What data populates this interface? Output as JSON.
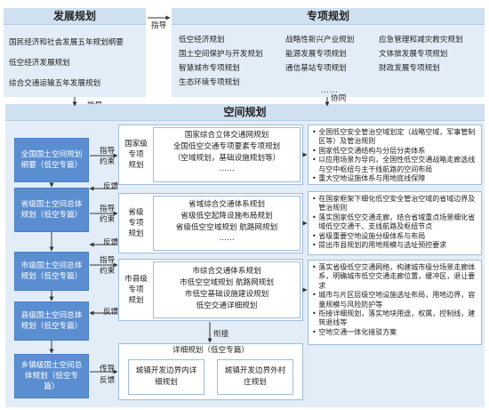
{
  "dev_plan": {
    "title": "发展规划",
    "items": [
      "国民经济和社会发展五年规划纲要",
      "低空经济发展规划",
      "综合交通运输五年发展规划"
    ]
  },
  "special_plan": {
    "title": "专项规划",
    "col1": [
      "低空经济规划",
      "国土空间保护与开发规划",
      "智慧城市专项规划",
      "生态环境专项规划"
    ],
    "col2": [
      "战略性新兴产业规划",
      "能源发展专项规划",
      "通信基站专项规划"
    ],
    "col3": [
      "应急管理和减灾救灾规划",
      "文体旅发展专项规划",
      "财政发展专项规划"
    ],
    "ellipsis": "……"
  },
  "arrows": {
    "guide": "指导",
    "guide2": "指导",
    "coordinate": "协同",
    "guide_constraint_1a": "指导",
    "guide_constraint_1b": "约束",
    "feedback_1": "反馈",
    "guide_constraint_2a": "指导",
    "guide_constraint_2b": "约束",
    "feedback_2": "反馈",
    "guide_constraint_3a": "指导",
    "guide_constraint_3b": "约束",
    "feedback_3": "反馈",
    "guide_constraint_4a": "传导",
    "guide_constraint_4b": "反馈",
    "connect": "衔接"
  },
  "spatial": {
    "title": "空间规划",
    "left_boxes": [
      "全国国土空间规划纲要（低空专篇）",
      "省级国土空间总体规划（低空专篇）",
      "市级国土空间总体规划（低空专篇）",
      "县级国土空间总体规划（低空专篇）",
      "乡镇级国土空间总体规划（低空专篇）"
    ],
    "levels": [
      {
        "title": "国家级\n专项\n规划",
        "lines": [
          "国家综合立体交通网规划",
          "全国低空交通专项要素专项规划",
          "（空域规划，基础设施规划等）",
          "……"
        ],
        "bullets": [
          "全国低空安全管治空域划定（战略空域，军事管制区等）及管治规则",
          "国家低空交通结构与分层分类体系",
          "以应用场景为导向，全国性低空交通战略走廊选线与空中枢纽与主干线航路的空间布局",
          "重大空地设施体系与用地底线保障"
        ]
      },
      {
        "title": "省级\n专项\n规划",
        "lines": [
          "省域综合交通体系规划",
          "省级低空起降设施布局规划",
          "省级低空空域规划  航路网规划",
          "……"
        ],
        "bullets": [
          "在国家框架下细化低空安全管治空域的省域边界及管治规则",
          "落实国家低空交通走廊，结合省域重点场景细化省域低空交通干、支线航路及枢纽节点",
          "省级重要空地设施分级体系与布局",
          "提出市县规划的用地规模与选址预控要求"
        ]
      },
      {
        "title": "市县级\n专项\n规划",
        "lines": [
          "市综合交通体系规划",
          "市低空空域规划  航路网规划",
          "市低空基础设施建设规划",
          "低空交通详细规划"
        ],
        "bullets": [
          "落实省级低空交通网络，构建城市级分场景走廊体系，明确城市低空交通走廊位置，缓冲区，退让要求",
          "城市与片区层级空地设施选址布局，用地边界，容量规模与风险防护等",
          "衔接详细规划，落实地块用途，权属，控制线，建筑退线等",
          "空地交通一体化接驳方案"
        ]
      }
    ],
    "detail": {
      "title": "详细规划（低空专篇）",
      "box1": "城镇开发边界内详细规划",
      "box2": "城镇开发边界外村庄规划"
    }
  }
}
